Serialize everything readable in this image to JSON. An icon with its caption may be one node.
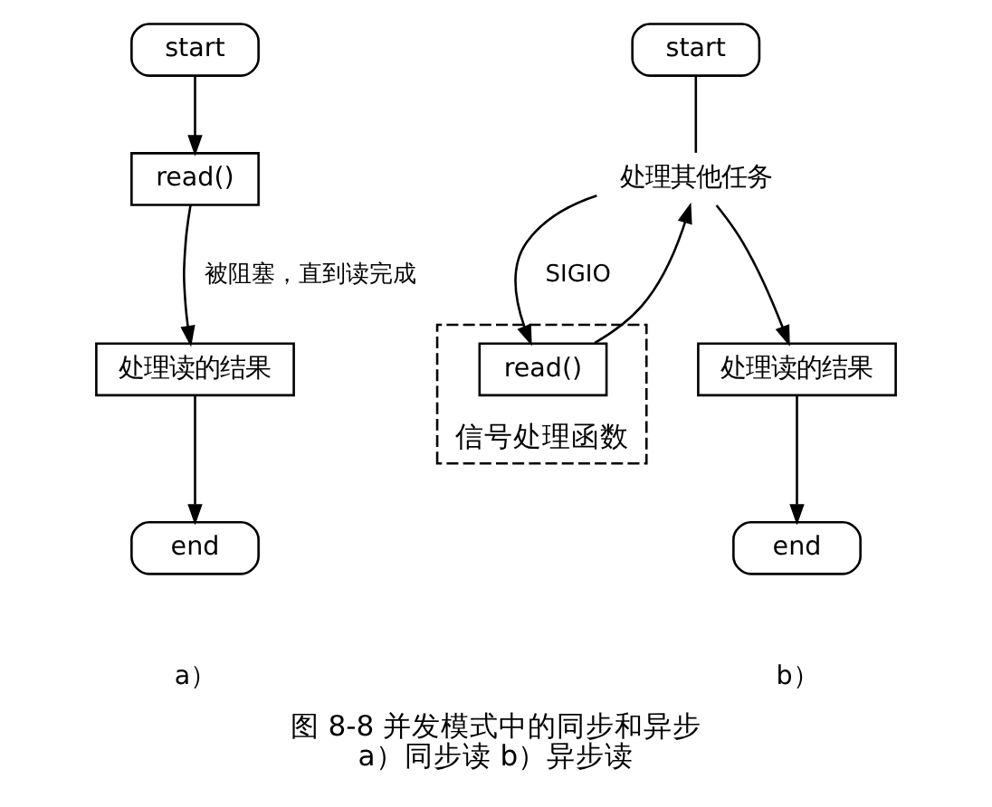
{
  "diagram": {
    "title": "图 8-8 并发模式中的同步和异步",
    "caption": "a）同步读 b）异步读",
    "nodes": [
      {
        "text": [
          "start"
        ]
      },
      {
        "text": [
          "read()"
        ]
      },
      {
        "text": [
          "处理读的结果"
        ]
      },
      {
        "text": [
          "end"
        ]
      },
      {
        "text": [
          "start"
        ]
      },
      {
        "text": [
          "处理其他任务"
        ]
      },
      {
        "text": [
          "信号处理函数"
        ]
      },
      {
        "text": [
          "read()"
        ],
        "in": 6
      },
      {
        "text": [
          "处理读的结果"
        ]
      },
      {
        "text": [
          "end"
        ]
      }
    ],
    "edges": [
      {
        "from": 0,
        "to": 1,
        "arrow": "to"
      },
      {
        "from": 1,
        "to": 2,
        "arrow": "to",
        "label": "被阻塞，直到读完成"
      },
      {
        "from": 2,
        "to": 3,
        "arrow": "to"
      },
      {
        "from": 4,
        "to": 5,
        "arrow": "none"
      },
      {
        "from": 5,
        "to": 7,
        "arrow": "to",
        "label": "SIGIO"
      },
      {
        "from": 7,
        "to": 5,
        "arrow": "to"
      },
      {
        "from": 5,
        "to": 8,
        "arrow": "to"
      },
      {
        "from": 8,
        "to": 9,
        "arrow": "to"
      }
    ],
    "labels": [
      "a）",
      "b）"
    ]
  }
}
